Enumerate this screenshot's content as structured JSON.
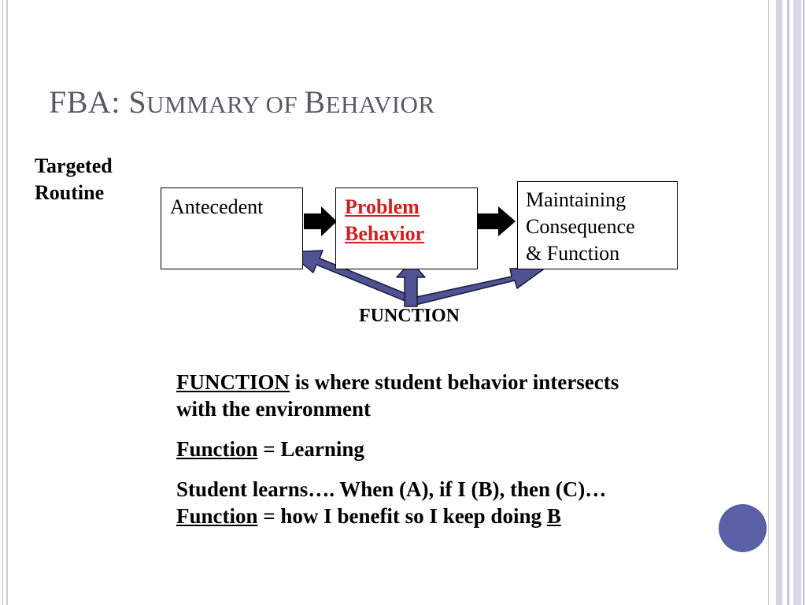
{
  "slide": {
    "title_parts": [
      "FBA: S",
      "UMMARY",
      " OF ",
      "B",
      "EHAVIOR"
    ],
    "targeted_routine": [
      "Targeted",
      "Routine"
    ]
  },
  "diagram": {
    "antecedent": "Antecedent",
    "problem_behavior": [
      "Problem",
      "Behavior"
    ],
    "consequence": [
      "Maintaining",
      "Consequence",
      "& Function"
    ],
    "function_label": "FUNCTION"
  },
  "text": {
    "p1_keyword": "FUNCTION",
    "p1_rest": " is where student behavior intersects with the environment",
    "p2_keyword": "Function",
    "p2_rest": " = Learning",
    "p3_a": "Student learns…. When (A), if I (B), then (C)… ",
    "p3_keyword": "Function",
    "p3_b": " = how I benefit so I keep doing ",
    "p3_end": "B"
  },
  "colors": {
    "title": "#555a66",
    "problem_behavior": "#d21e1e",
    "function_arrows": "#4f5393",
    "accent_dot": "#5a5fa6"
  }
}
